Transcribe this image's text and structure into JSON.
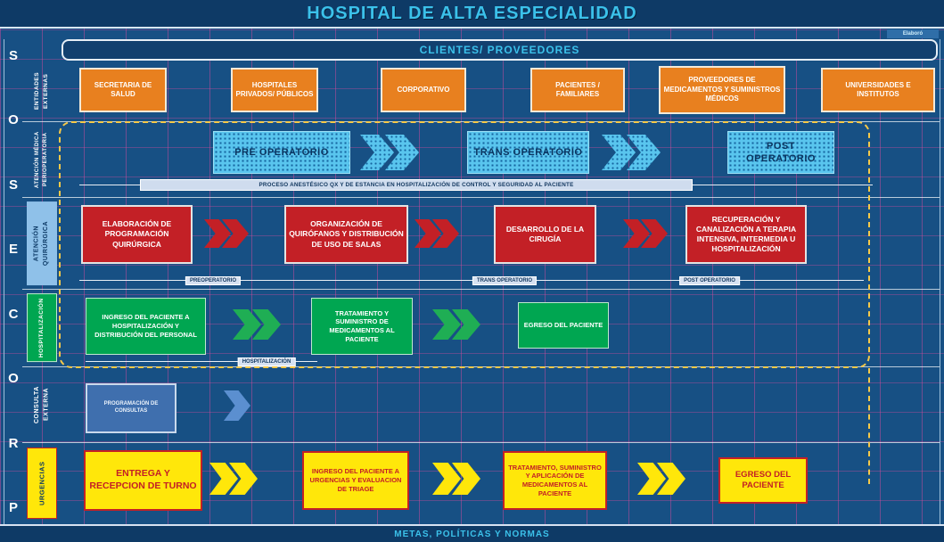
{
  "title": "HOSPITAL DE ALTA ESPECIALIDAD",
  "corner_note": "Elaboró",
  "clients_header": "CLIENTES/ PROVEEDORES",
  "footer": "METAS, POLÍTICAS Y NORMAS",
  "rail_letters": [
    "S",
    "O",
    "S",
    "E",
    "C",
    "O",
    "R",
    "P"
  ],
  "lanes": [
    {
      "label": "ENTIDADES EXTERNAS",
      "boxes": [
        "SECRETARIA DE SALUD",
        "HOSPITALES PRIVADOS/ PÚBLICOS",
        "CORPORATIVO",
        "PACIENTES / FAMILIARES",
        "PROVEEDORES DE MEDICAMENTOS Y SUMINISTROS MÉDICOS",
        "UNIVERSIDADES E INSTITUTOS"
      ]
    },
    {
      "label": "ATENCIÓN MÉDICA PERIOPERATORIA",
      "boxes": [
        "PRE OPERATORIO",
        "TRANS OPERATORIO",
        "POST OPERATORIO"
      ],
      "subbar": "PROCESO ANESTÉSICO QX Y DE ESTANCIA EN HOSPITALIZACIÓN DE CONTROL Y SEGURIDAD AL PACIENTE"
    },
    {
      "label": "ATENCIÓN QUIRÚRGICA",
      "boxes": [
        "ELABORACIÓN DE PROGRAMACIÓN QUIRÚRGICA",
        "ORGANIZACIÓN DE QUIRÓFANOS Y DISTRIBUCIÓN DE USO DE SALAS",
        "DESARROLLO DE LA CIRUGÍA",
        "RECUPERACIÓN Y CANALIZACIÓN A TERAPIA INTENSIVA, INTERMEDIA U HOSPITALIZACIÓN"
      ],
      "phase_labels": [
        "PREOPERATORIO",
        "TRANS OPERATORIO",
        "POST OPERATORIO"
      ]
    },
    {
      "label": "HOSPITALIZACIÓN",
      "boxes": [
        "INGRESO DEL PACIENTE A HOSPITALIZACIÓN Y DISTRIBUCIÓN DEL PERSONAL",
        "TRATAMIENTO Y SUMINISTRO DE MEDICAMENTOS AL PACIENTE",
        "EGRESO DEL PACIENTE"
      ],
      "phase_labels": [
        "HOSPITALIZACIÓN"
      ]
    },
    {
      "label": "CONSULTA EXTERNA",
      "boxes": [
        "PROGRAMACIÓN DE CONSULTAS"
      ]
    },
    {
      "label": "URGENCIAS",
      "boxes": [
        "ENTREGA Y RECEPCION DE TURNO",
        "INGRESO DEL PACIENTE A URGENCIAS Y EVALUACION DE TRIAGE",
        "TRATAMIENTO, SUMINISTRO Y APLICACIÓN DE MEDICAMENTOS AL PACIENTE",
        "EGRESO DEL PACIENTE"
      ]
    }
  ],
  "colors": {
    "background": "#175084",
    "accent_cyan": "#3bc1ea",
    "external_orange": "#e8801f",
    "surgical_red": "#c32026",
    "hospital_green": "#00a651",
    "consulta_blue": "#3f6fae",
    "urgencias_yellow": "#ffe70a",
    "grid_pink": "#e0499e",
    "dashed_yellow": "#f7c948"
  }
}
